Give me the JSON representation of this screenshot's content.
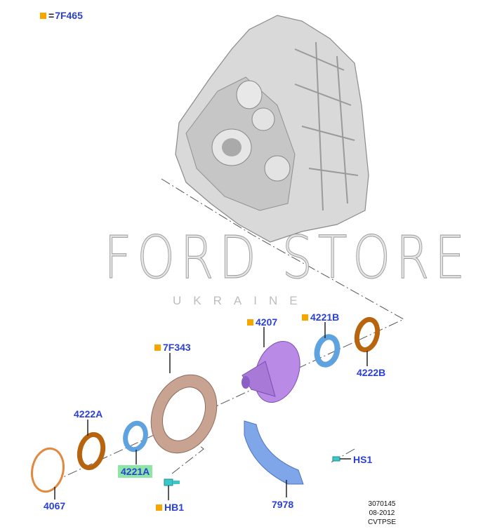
{
  "legend": {
    "symbol_meaning": "7F465",
    "square_color": "#f7a600"
  },
  "watermark": {
    "title": "FORD STORE",
    "subtitle": "UKRAINE"
  },
  "label_color": "#2a3fd6",
  "highlight_color": "#8ee6a6",
  "parts": [
    {
      "id": "4207",
      "marked": true
    },
    {
      "id": "4221B",
      "marked": true
    },
    {
      "id": "4222B",
      "marked": false
    },
    {
      "id": "7F343",
      "marked": true
    },
    {
      "id": "4222A",
      "marked": false
    },
    {
      "id": "4221A",
      "marked": false,
      "highlighted": true
    },
    {
      "id": "4067",
      "marked": false
    },
    {
      "id": "HB1",
      "marked": true
    },
    {
      "id": "7978",
      "marked": false
    },
    {
      "id": "HS1",
      "marked": false
    }
  ],
  "meta": {
    "drawing_number": "3070145",
    "date": "08-2012",
    "code": "CVTPSE"
  }
}
